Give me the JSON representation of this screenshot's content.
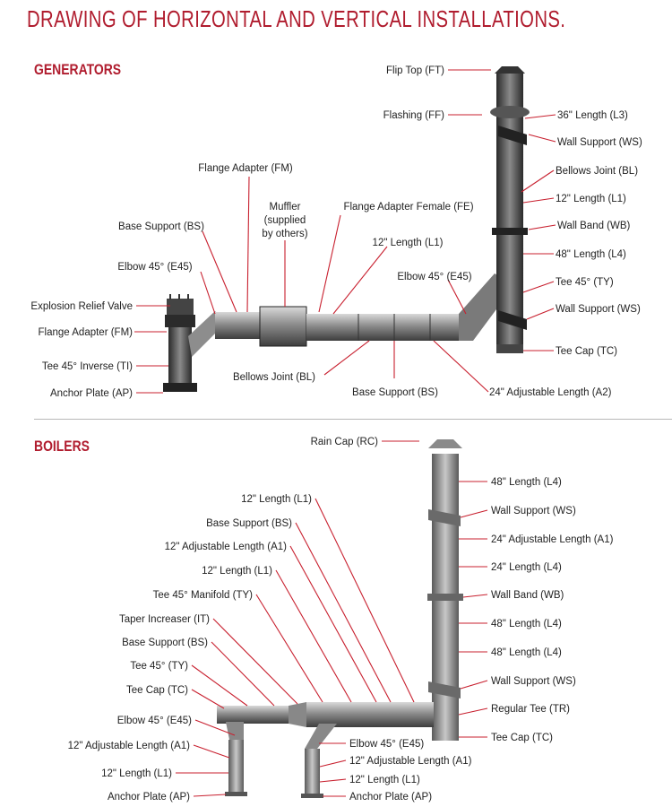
{
  "title": "DRAWING OF HORIZONTAL AND VERTICAL INSTALLATIONS.",
  "accent_color": "#b01c2e",
  "generators": {
    "heading": "GENERATORS",
    "labels": {
      "flip_top": "Flip Top (FT)",
      "flashing": "Flashing (FF)",
      "len36": "36\" Length (L3)",
      "wall_support_1": "Wall Support (WS)",
      "bellows_joint_v": "Bellows Joint (BL)",
      "len12_v": "12\" Length (L1)",
      "wall_band": "Wall Band (WB)",
      "len48": "48\" Length (L4)",
      "tee45": "Tee 45° (TY)",
      "wall_support_2": "Wall Support (WS)",
      "tee_cap": "Tee Cap (TC)",
      "adj24": "24\" Adjustable Length (A2)",
      "base_support_h": "Base Support (BS)",
      "bellows_joint_h": "Bellows Joint (BL)",
      "elbow45_r": "Elbow 45° (E45)",
      "len12_h": "12\" Length (L1)",
      "flange_female": "Flange Adapter Female (FE)",
      "muffler_1": "Muffler",
      "muffler_2": "(supplied",
      "muffler_3": "by others)",
      "flange_adapter_top": "Flange Adapter (FM)",
      "base_support_l": "Base Support (BS)",
      "elbow45_l": "Elbow 45° (E45)",
      "explosion_valve": "Explosion Relief Valve",
      "flange_adapter_l": "Flange Adapter (FM)",
      "tee45_inverse": "Tee 45° Inverse (TI)",
      "anchor_plate": "Anchor Plate (AP)"
    }
  },
  "boilers": {
    "heading": "BOILERS",
    "labels": {
      "rain_cap": "Rain Cap (RC)",
      "len48_a": "48\" Length (L4)",
      "wall_support_a": "Wall Support (WS)",
      "adj24": "24\" Adjustable Length (A1)",
      "len24": "24\" Length (L4)",
      "wall_band": "Wall Band (WB)",
      "len48_b": "48\" Length (L4)",
      "len48_c": "48\" Length (L4)",
      "wall_support_b": "Wall Support (WS)",
      "regular_tee": "Regular Tee (TR)",
      "tee_cap_r": "Tee Cap (TC)",
      "len12_top": "12\" Length (L1)",
      "base_support_top": "Base Support (BS)",
      "adj12_top": "12\" Adjustable Length (A1)",
      "len12_mid": "12\" Length (L1)",
      "tee45_manifold": "Tee 45° Manifold (TY)",
      "taper_increaser": "Taper Increaser (IT)",
      "base_support_low": "Base Support (BS)",
      "tee45": "Tee 45° (TY)",
      "tee_cap_l": "Tee Cap (TC)",
      "elbow45_l": "Elbow 45° (E45)",
      "adj12_l": "12\" Adjustable Length (A1)",
      "len12_l": "12\" Length (L1)",
      "anchor_l": "Anchor Plate (AP)",
      "elbow45_m": "Elbow 45° (E45)",
      "adj12_m": "12\" Adjustable Length (A1)",
      "len12_m": "12\" Length (L1)",
      "anchor_m": "Anchor Plate (AP)"
    }
  }
}
